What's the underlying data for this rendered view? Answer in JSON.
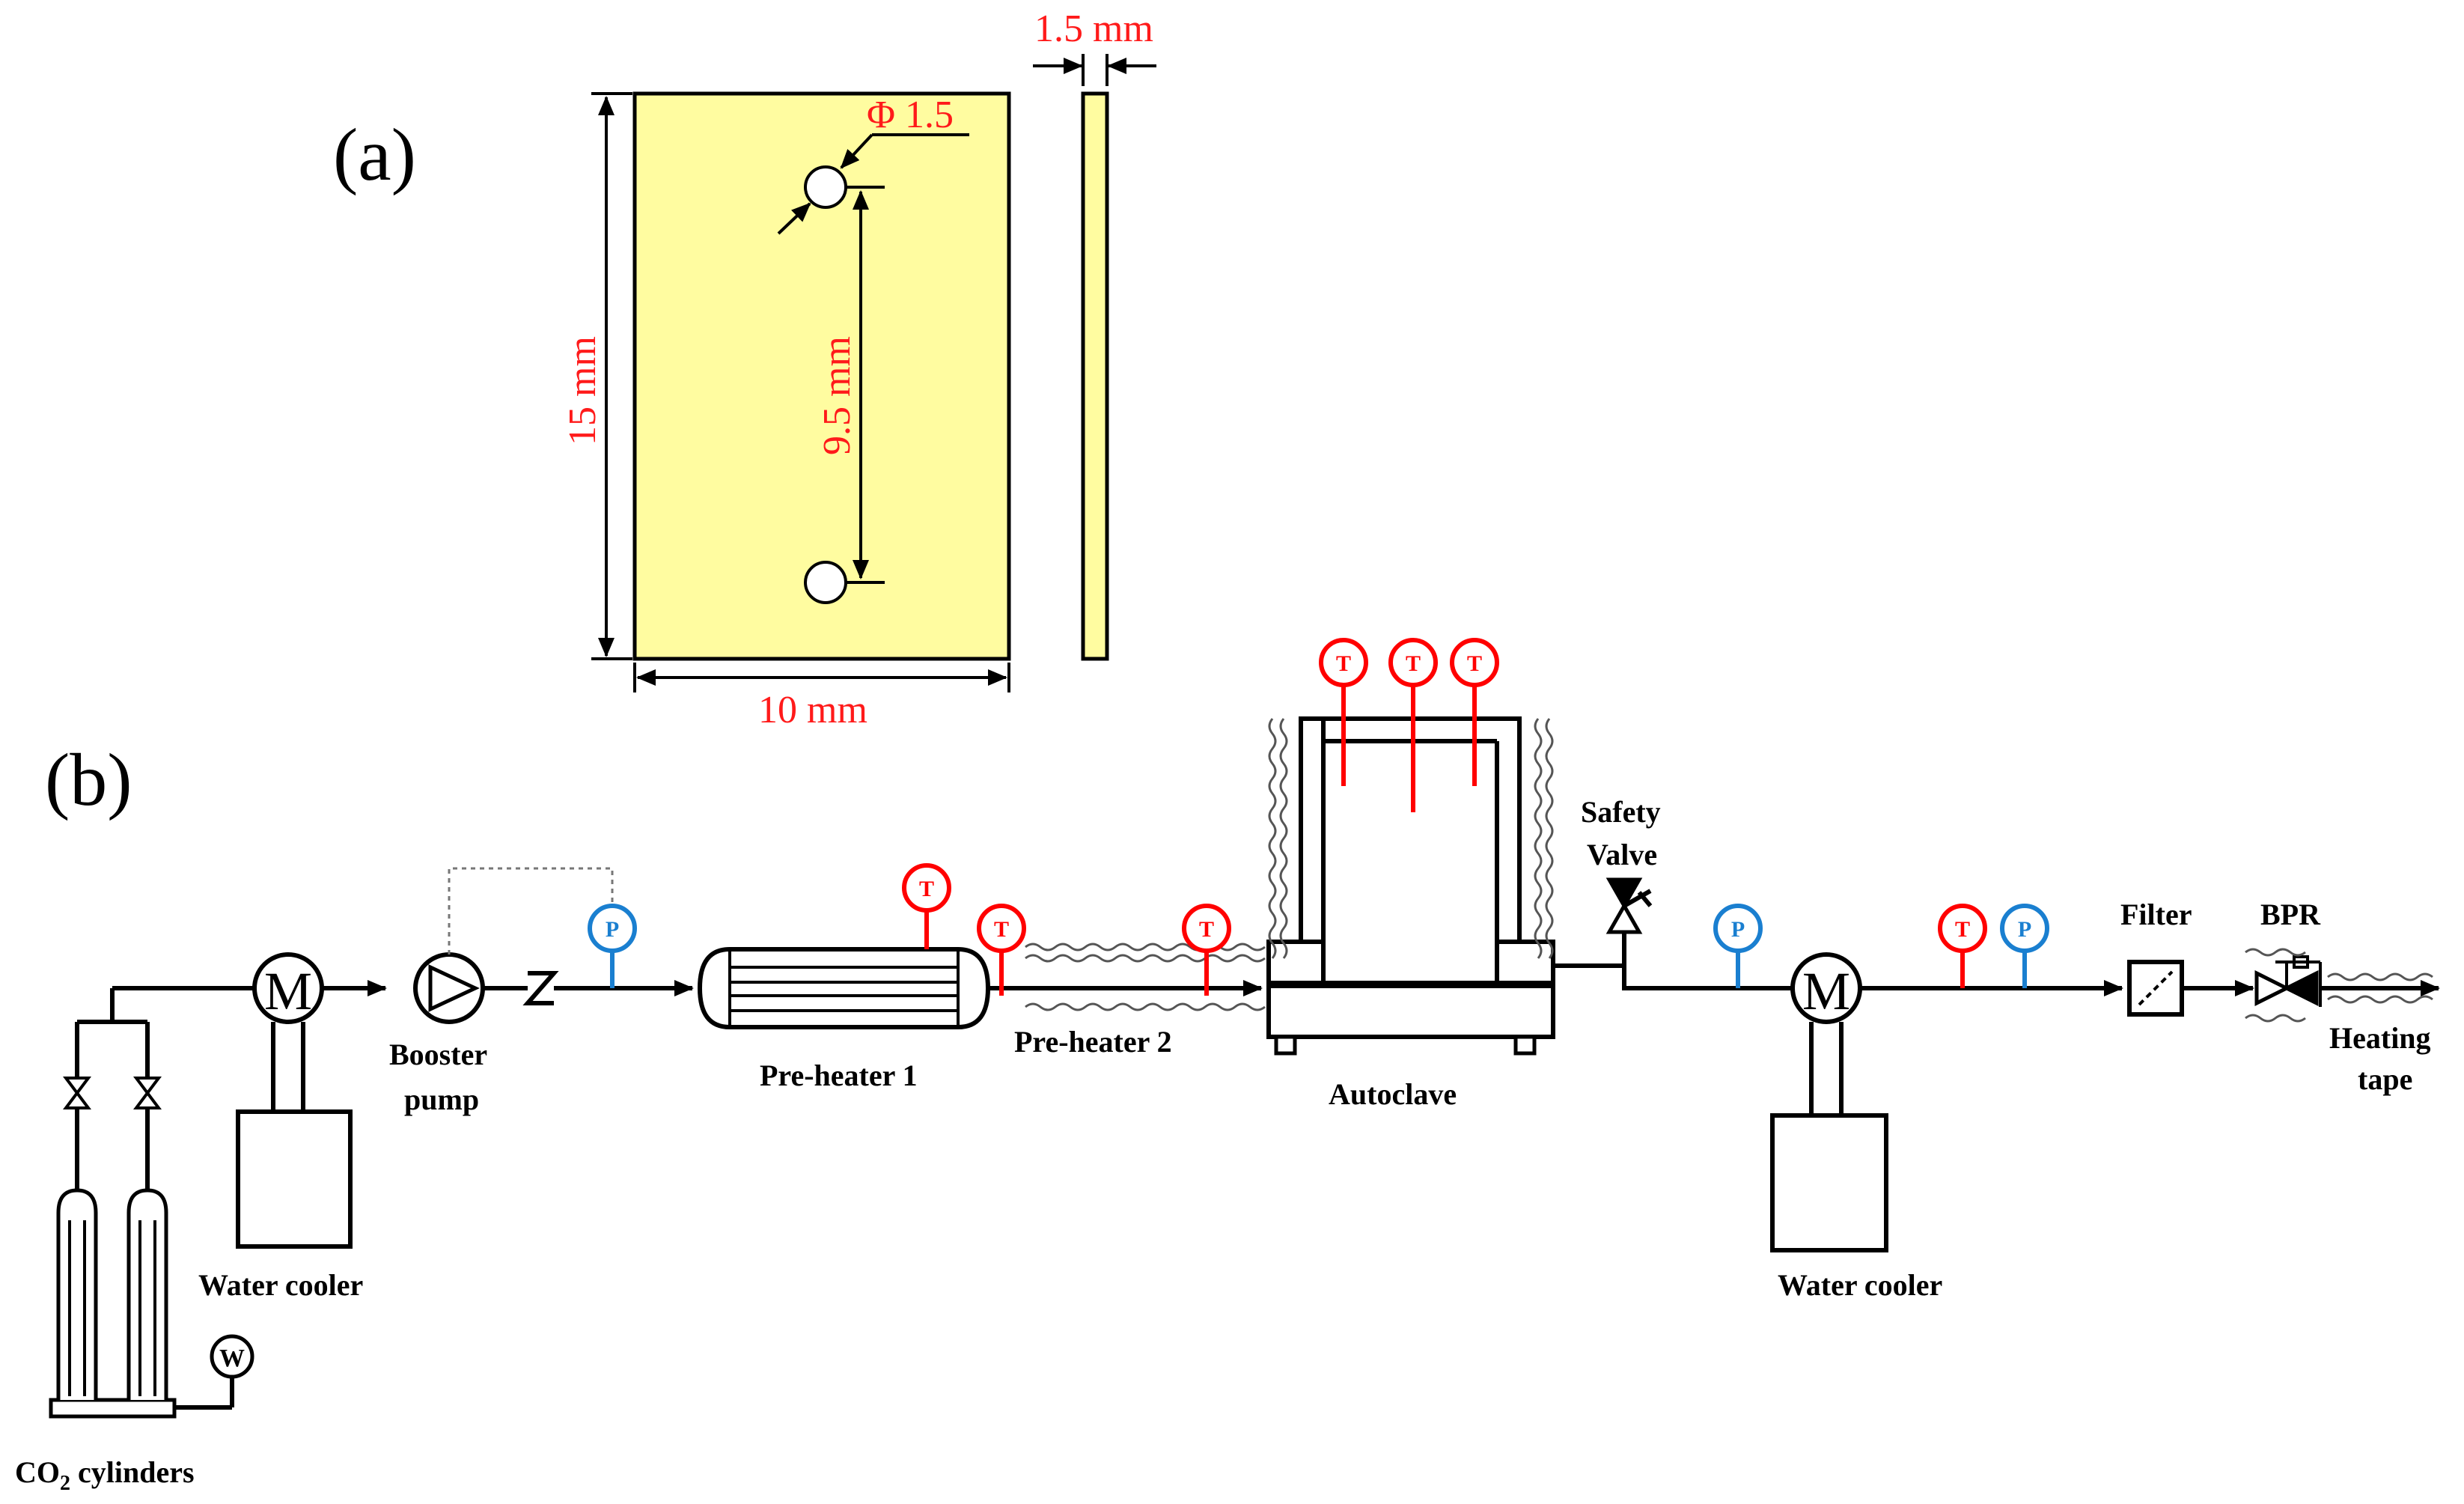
{
  "panel_a": {
    "label": "(a)",
    "side_thickness": "1.5 mm",
    "hole_diameter": "Φ 1.5",
    "hole_spacing": "9.5 mm",
    "height": "15 mm",
    "width": "10 mm",
    "plate_color": "#fffca0"
  },
  "panel_b": {
    "label": "(b)",
    "labels": {
      "co2": "CO",
      "co2_sub": "2",
      "co2_rest": " cylinders",
      "water_cooler_1": "Water cooler",
      "booster_1": "Booster",
      "booster_2": "pump",
      "preheater1": "Pre-heater 1",
      "preheater2": "Pre-heater 2",
      "autoclave": "Autoclave",
      "safety_1": "Safety",
      "safety_2": "Valve",
      "water_cooler_2": "Water cooler",
      "filter": "Filter",
      "bpr": "BPR",
      "heating_1": "Heating",
      "heating_2": "tape"
    },
    "gauges": {
      "temperature": "T",
      "pressure": "P",
      "weight": "W",
      "motor": "M"
    },
    "colors": {
      "temperature": "#ff0000",
      "pressure": "#1a7fd0"
    }
  }
}
